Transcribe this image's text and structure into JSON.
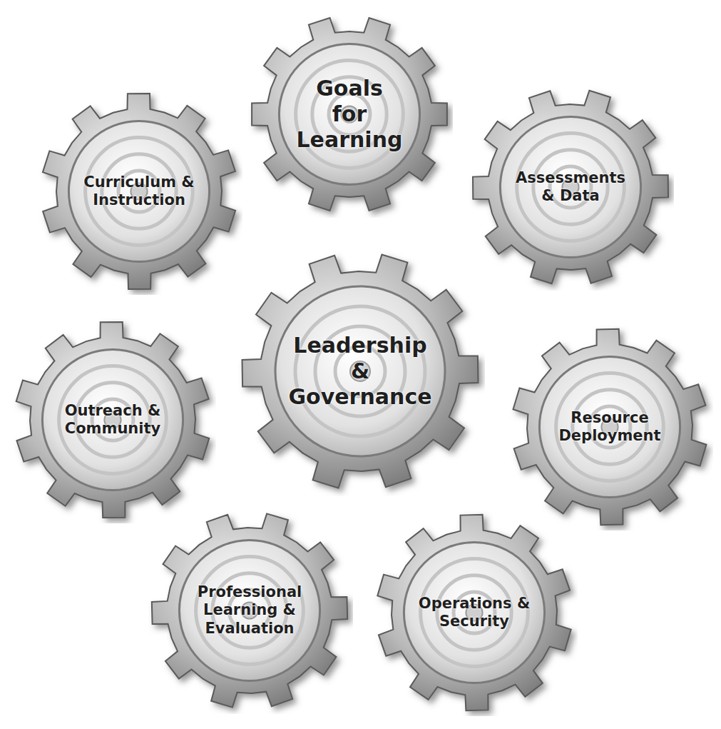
{
  "diagram": {
    "nodes": [
      {
        "text": [
          "Goals for Learning"
        ]
      },
      {
        "text": [
          "Curriculum & Instruction"
        ]
      },
      {
        "text": [
          "Assessments & Data"
        ]
      },
      {
        "text": [
          "Outreach & Community"
        ]
      },
      {
        "text": [
          "Leadership & Governance"
        ]
      },
      {
        "text": [
          "Resource Deployment"
        ]
      },
      {
        "text": [
          "Professional Learning & Evaluation"
        ]
      },
      {
        "text": [
          "Operations & Security"
        ]
      }
    ]
  }
}
